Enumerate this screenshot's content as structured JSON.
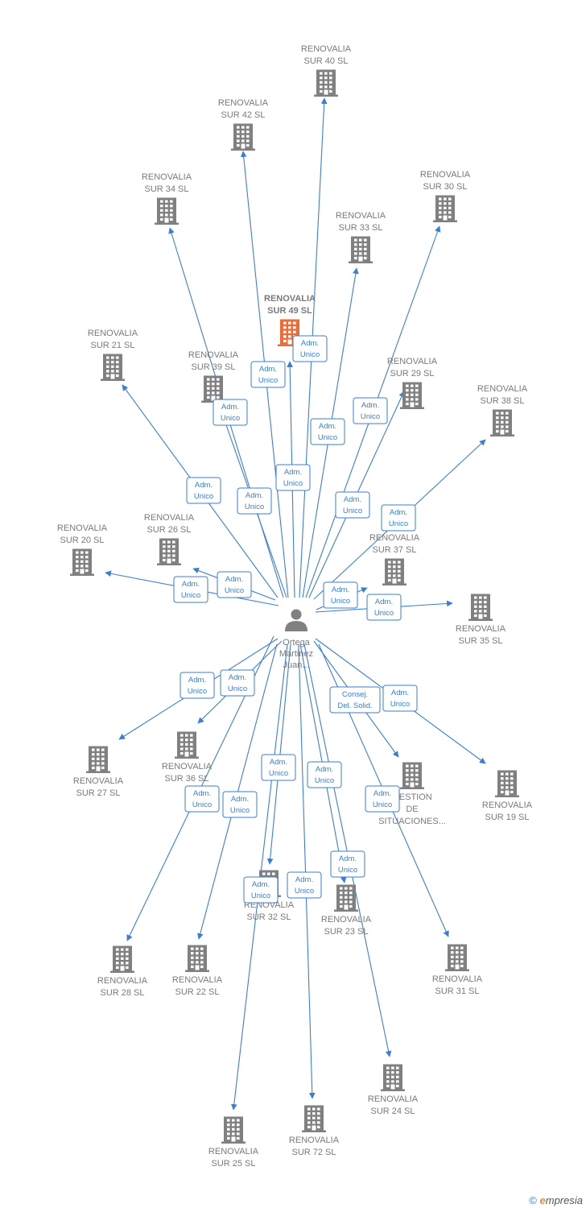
{
  "colors": {
    "edge": "#3a7fd5",
    "company": "#808080",
    "highlight": "#f06a33",
    "person": "#808080"
  },
  "center": {
    "name": [
      "Ortega",
      "Martinez",
      "Juan..."
    ],
    "icon": "person-icon"
  },
  "nodes": [
    {
      "id": "sur40",
      "label": [
        "RENOVALIA",
        "SUR 40  SL"
      ]
    },
    {
      "id": "sur42",
      "label": [
        "RENOVALIA",
        "SUR 42  SL"
      ]
    },
    {
      "id": "sur34",
      "label": [
        "RENOVALIA",
        "SUR 34  SL"
      ]
    },
    {
      "id": "sur30",
      "label": [
        "RENOVALIA",
        "SUR 30  SL"
      ]
    },
    {
      "id": "sur33",
      "label": [
        "RENOVALIA",
        "SUR 33  SL"
      ]
    },
    {
      "id": "sur49",
      "label": [
        "RENOVALIA",
        "SUR 49  SL"
      ],
      "highlight": true
    },
    {
      "id": "sur21",
      "label": [
        "RENOVALIA",
        "SUR 21  SL"
      ]
    },
    {
      "id": "sur39",
      "label": [
        "RENOVALIA",
        "SUR 39  SL"
      ]
    },
    {
      "id": "sur29",
      "label": [
        "RENOVALIA",
        "SUR 29  SL"
      ]
    },
    {
      "id": "sur38",
      "label": [
        "RENOVALIA",
        "SUR 38  SL"
      ]
    },
    {
      "id": "sur20",
      "label": [
        "RENOVALIA",
        "SUR 20  SL"
      ]
    },
    {
      "id": "sur26",
      "label": [
        "RENOVALIA",
        "SUR 26  SL"
      ]
    },
    {
      "id": "sur37",
      "label": [
        "RENOVALIA",
        "SUR 37  SL"
      ]
    },
    {
      "id": "sur35",
      "label": [
        "RENOVALIA",
        "SUR 35  SL"
      ]
    },
    {
      "id": "sur27",
      "label": [
        "RENOVALIA",
        "SUR 27  SL"
      ]
    },
    {
      "id": "sur36",
      "label": [
        "RENOVALIA",
        "SUR 36  SL"
      ]
    },
    {
      "id": "gestion",
      "label": [
        "GESTION",
        "DE",
        "SITUACIONES..."
      ]
    },
    {
      "id": "sur19",
      "label": [
        "RENOVALIA",
        "SUR 19  SL"
      ]
    },
    {
      "id": "sur32",
      "label": [
        "RENOVALIA",
        "SUR 32  SL"
      ]
    },
    {
      "id": "sur23",
      "label": [
        "RENOVALIA",
        "SUR 23  SL"
      ]
    },
    {
      "id": "sur28",
      "label": [
        "RENOVALIA",
        "SUR 28  SL"
      ]
    },
    {
      "id": "sur22",
      "label": [
        "RENOVALIA",
        "SUR 22  SL"
      ]
    },
    {
      "id": "sur31",
      "label": [
        "RENOVALIA",
        "SUR 31  SL"
      ]
    },
    {
      "id": "sur24",
      "label": [
        "RENOVALIA",
        "SUR 24  SL"
      ]
    },
    {
      "id": "sur25",
      "label": [
        "RENOVALIA",
        "SUR 25  SL"
      ]
    },
    {
      "id": "sur72",
      "label": [
        "RENOVALIA",
        "SUR 72  SL"
      ]
    }
  ],
  "edges": [
    {
      "to": "sur40",
      "role": [
        "Adm.",
        "Unico"
      ]
    },
    {
      "to": "sur42",
      "role": [
        "Adm.",
        "Unico"
      ]
    },
    {
      "to": "sur34",
      "role": [
        "Adm.",
        "Unico"
      ]
    },
    {
      "to": "sur30",
      "role": [
        "Adm.",
        "Unico"
      ]
    },
    {
      "to": "sur33",
      "role": [
        "Adm.",
        "Unico"
      ]
    },
    {
      "to": "sur49",
      "role": [
        "Adm.",
        "Unico"
      ]
    },
    {
      "to": "sur21",
      "role": [
        "Adm.",
        "Unico"
      ]
    },
    {
      "to": "sur39",
      "role": [
        "Adm.",
        "Unico"
      ]
    },
    {
      "to": "sur29",
      "role": [
        "Adm.",
        "Unico"
      ]
    },
    {
      "to": "sur38",
      "role": [
        "Adm.",
        "Unico"
      ]
    },
    {
      "to": "sur20",
      "role": [
        "Adm.",
        "Unico"
      ]
    },
    {
      "to": "sur26",
      "role": [
        "Adm.",
        "Unico"
      ]
    },
    {
      "to": "sur37",
      "role": [
        "Adm.",
        "Unico"
      ]
    },
    {
      "to": "sur35",
      "role": [
        "Adm.",
        "Unico"
      ]
    },
    {
      "to": "sur27",
      "role": [
        "Adm.",
        "Unico"
      ]
    },
    {
      "to": "sur36",
      "role": [
        "Adm.",
        "Unico"
      ]
    },
    {
      "to": "gestion",
      "role": [
        "Consej.",
        "Del. Solid."
      ]
    },
    {
      "to": "sur19",
      "role": [
        "Adm.",
        "Unico"
      ]
    },
    {
      "to": "sur32",
      "role": [
        "Adm.",
        "Unico"
      ]
    },
    {
      "to": "sur23",
      "role": [
        "Adm.",
        "Unico"
      ]
    },
    {
      "to": "sur28",
      "role": [
        "Adm.",
        "Unico"
      ]
    },
    {
      "to": "sur22",
      "role": [
        "Adm.",
        "Unico"
      ]
    },
    {
      "to": "sur31",
      "role": [
        "Adm.",
        "Unico"
      ]
    },
    {
      "to": "sur24",
      "role": [
        "Adm.",
        "Unico"
      ]
    },
    {
      "to": "sur25",
      "role": [
        "Adm.",
        "Unico"
      ]
    },
    {
      "to": "sur72",
      "role": [
        "Adm.",
        "Unico"
      ]
    }
  ],
  "footer": {
    "copyright": "©",
    "brand_e": "e",
    "brand_rest": "mpresia"
  }
}
